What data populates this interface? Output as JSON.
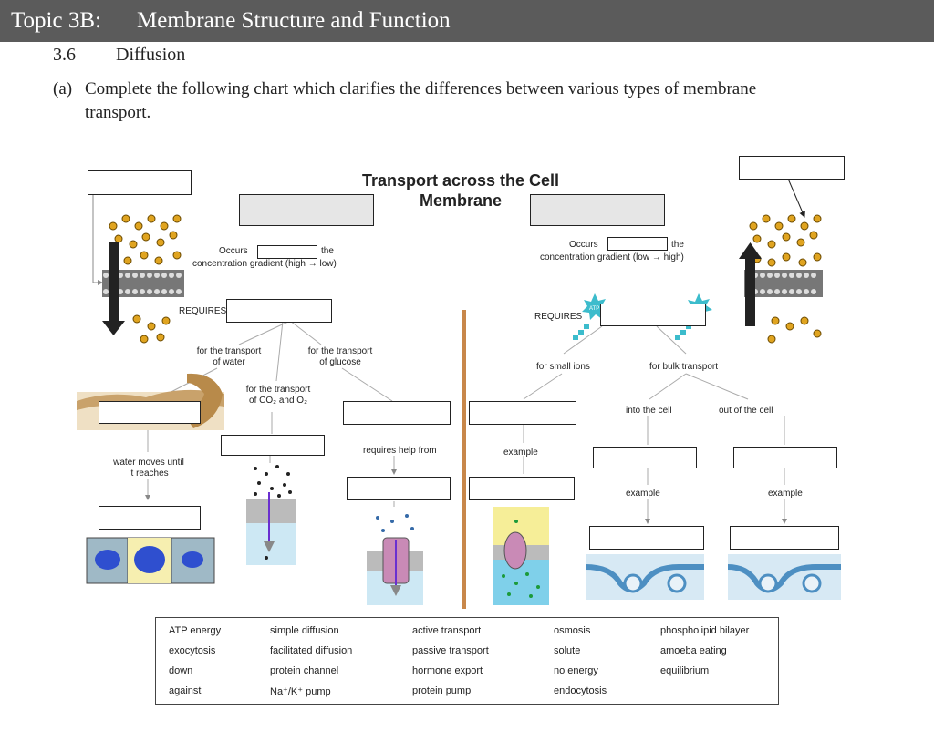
{
  "header": {
    "topic": "Topic 3B:",
    "title": "Membrane Structure and Function"
  },
  "section": {
    "number": "3.6",
    "title": "Diffusion"
  },
  "question": {
    "label": "(a)",
    "line1": "Complete the following chart which clarifies the differences between various types of membrane",
    "line2": "transport."
  },
  "chart": {
    "title_line1": "Transport across the Cell",
    "title_line2": "Membrane",
    "left": {
      "occurs": "Occurs",
      "the": "the",
      "gradient": "concentration gradient (high → low)",
      "requires": "REQUIRES",
      "water": "for the transport\nof water",
      "glucose": "for the transport\nof glucose",
      "co2": "for the transport\nof CO₂ and O₂",
      "help": "requires help from",
      "water_moves": "water moves until\nit reaches"
    },
    "right": {
      "occurs": "Occurs",
      "the": "the",
      "gradient": "concentration gradient (low → high)",
      "requires": "REQUIRES",
      "small_ions": "for small ions",
      "bulk": "for bulk transport",
      "example": "example",
      "into": "into the cell",
      "out": "out of the cell",
      "example_into": "example",
      "example_out": "example"
    },
    "atp": "ATP"
  },
  "word_bank": [
    [
      "ATP energy",
      "exocytosis",
      "down",
      "against"
    ],
    [
      "simple diffusion",
      "facilitated diffusion",
      "protein channel",
      "Na⁺/K⁺ pump"
    ],
    [
      "active transport",
      "passive transport",
      "hormone export",
      "protein pump"
    ],
    [
      "osmosis",
      "solute",
      "no energy",
      "endocytosis"
    ],
    [
      "phospholipid bilayer",
      "amoeba eating",
      "equilibrium",
      ""
    ]
  ],
  "colors": {
    "header_bg": "#5b5b5b",
    "pole": "#c8874a",
    "particle": "#e0a420",
    "atp_burst": "#3cbccc"
  }
}
